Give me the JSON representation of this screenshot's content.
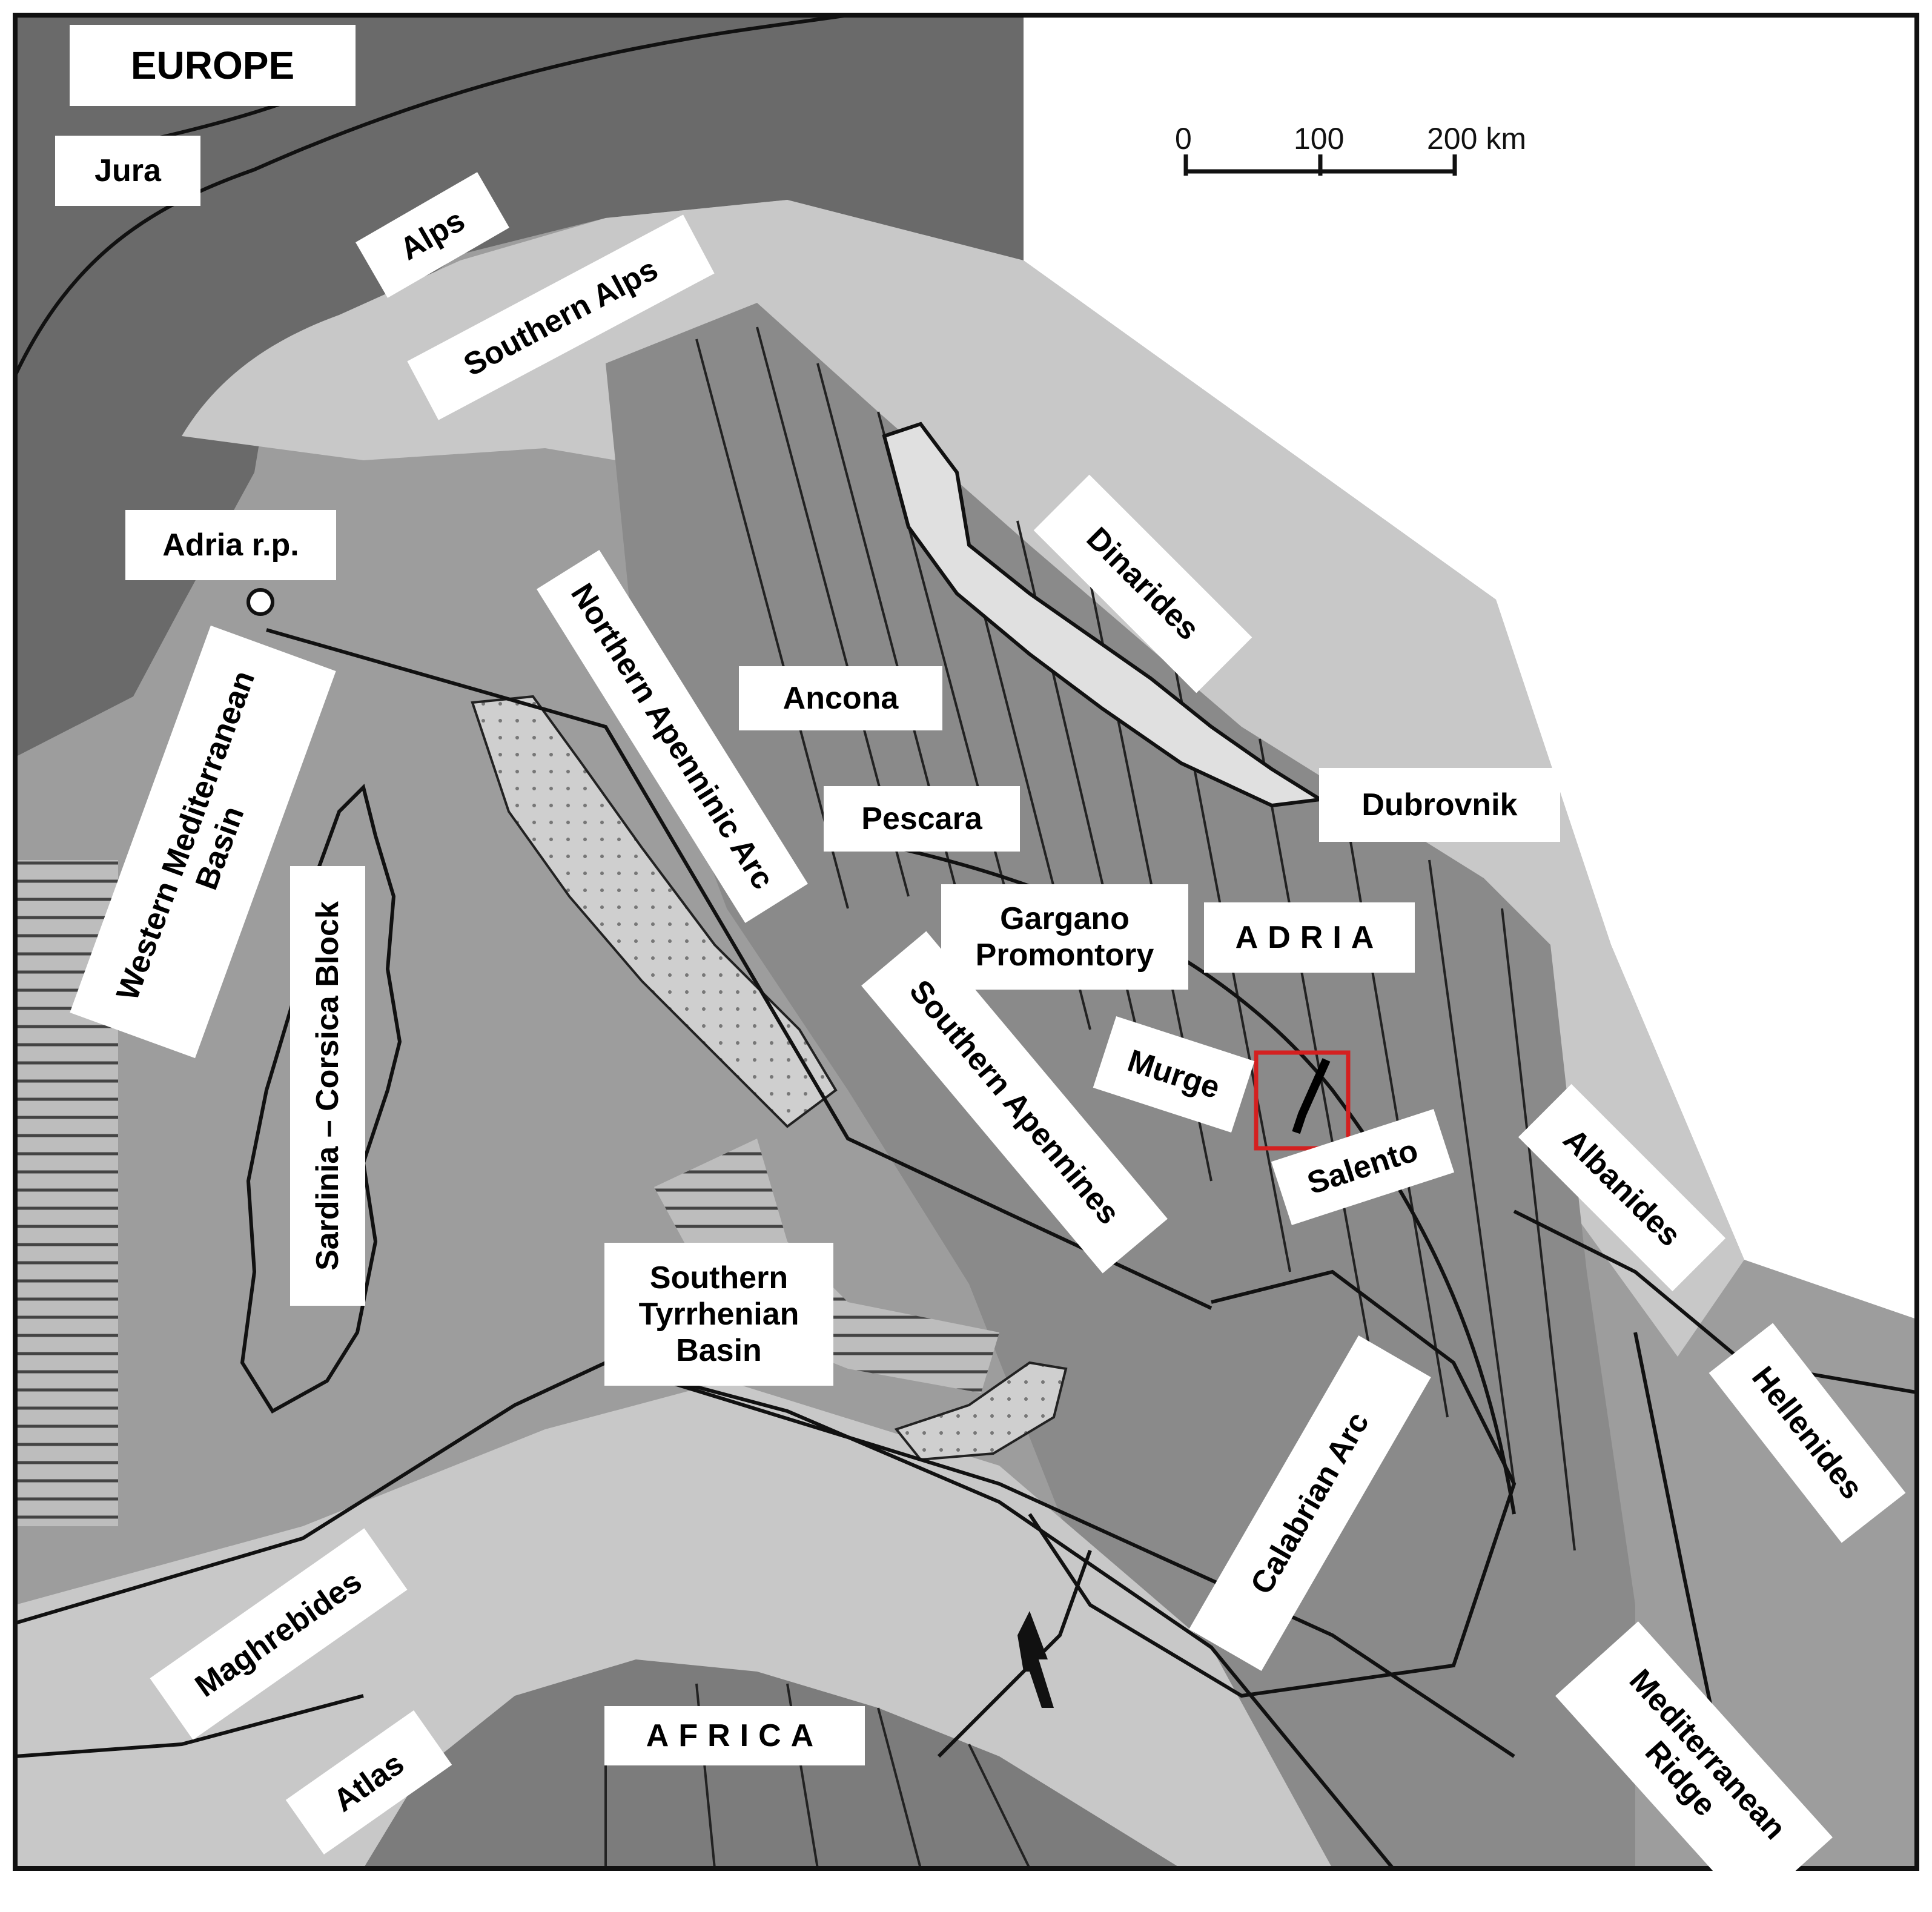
{
  "colors": {
    "europe": "#6a6a6a",
    "alpine_belt": "#c8c8c8",
    "basin": "#9d9d9d",
    "adria_plate": "#8a8a8a",
    "study_box": "#d42020",
    "label_bg": "#ffffff"
  },
  "scale_bar": {
    "ticks": [
      "0",
      "100",
      "200 km"
    ]
  },
  "labels": {
    "europe": "EUROPE",
    "jura": "Jura",
    "alps": "Alps",
    "southern_alps": "Southern Alps",
    "adria_rp": "Adria r.p.",
    "western_med": "Western Mediterranean\nBasin",
    "northern_apenninic_arc": "Northern Apenninic Arc",
    "dinarides": "Dinarides",
    "ancona": "Ancona",
    "pescara": "Pescara",
    "dubrovnik": "Dubrovnik",
    "gargano": "Gargano\nPromontory",
    "adria": "ADRIA",
    "sardinia_corsica": "Sardinia – Corsica Block",
    "southern_apennines": "Southern Apennines",
    "murge": "Murge",
    "salento": "Salento",
    "albanides": "Albanides",
    "southern_tyrrhenian": "Southern\nTyrrhenian\nBasin",
    "hellenides": "Hellenides",
    "calabrian_arc": "Calabrian Arc",
    "maghrebides": "Maghrebides",
    "mediterranean_ridge": "Mediterranean\nRidge",
    "africa": "AFRICA",
    "atlas": "Atlas"
  }
}
